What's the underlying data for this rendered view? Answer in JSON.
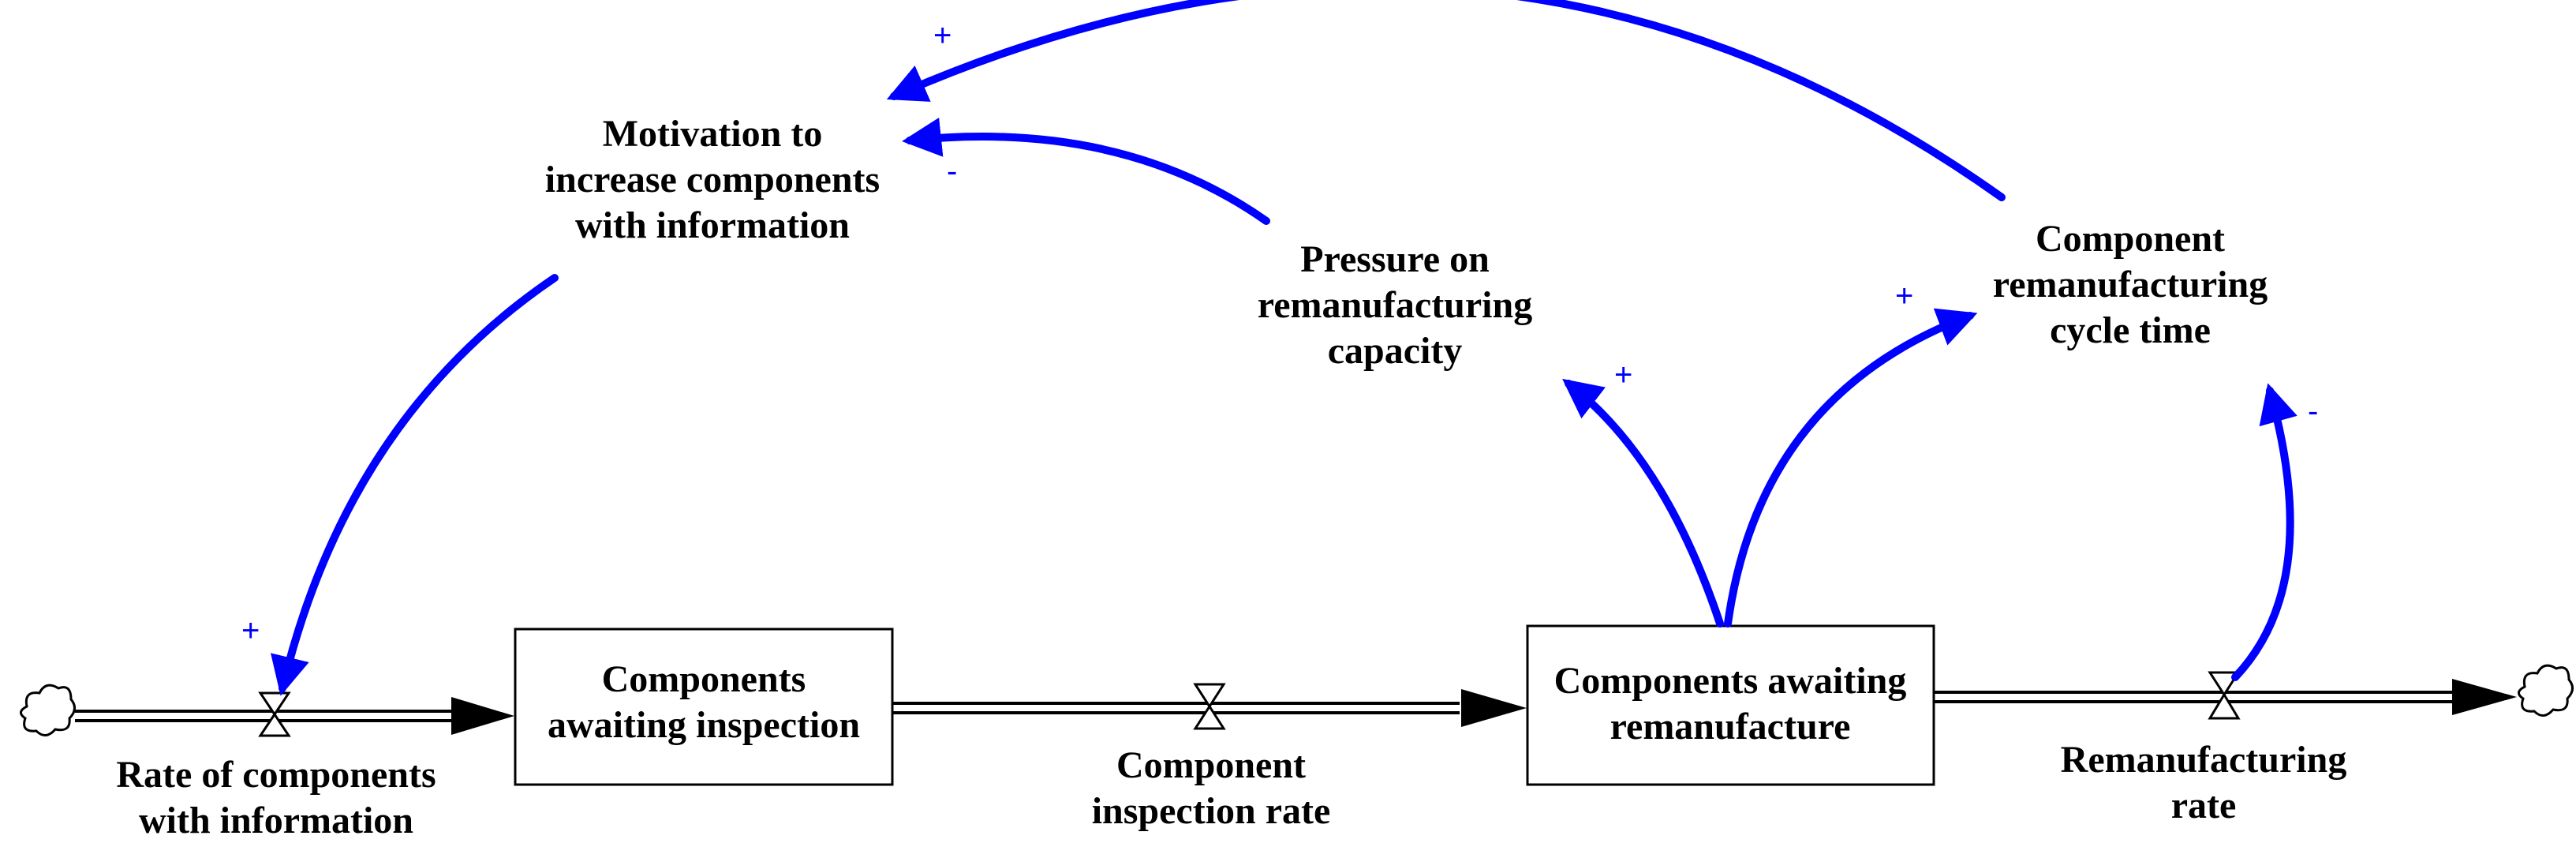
{
  "colors": {
    "link": "#0000ff",
    "stock_border": "#000000",
    "flow_pipe": "#000000"
  },
  "stocks": [
    {
      "id": "inspection",
      "lines": [
        "Components",
        "awaiting inspection"
      ]
    },
    {
      "id": "remanufacture",
      "lines": [
        "Components awaiting",
        "remanufacture"
      ]
    }
  ],
  "flows": [
    {
      "id": "rate-info",
      "lines": [
        "Rate of components",
        "with information"
      ]
    },
    {
      "id": "inspection-rate",
      "lines": [
        "Component",
        "inspection rate"
      ]
    },
    {
      "id": "reman-rate",
      "lines": [
        "Remanufacturing",
        "rate"
      ]
    }
  ],
  "variables": [
    {
      "id": "motivation",
      "lines": [
        "Motivation to",
        "increase components",
        "with information"
      ]
    },
    {
      "id": "pressure",
      "lines": [
        "Pressure on",
        "remanufacturing",
        "capacity"
      ]
    },
    {
      "id": "cycle-time",
      "lines": [
        "Component",
        "remanufacturing",
        "cycle time"
      ]
    }
  ],
  "links": [
    {
      "id": "motivation-to-rate",
      "from": "Motivation to increase components with information",
      "to": "Rate of components with information",
      "polarity": "+"
    },
    {
      "id": "cycle-to-motivation",
      "from": "Component remanufacturing cycle time",
      "to": "Motivation to increase components with information",
      "polarity": "+"
    },
    {
      "id": "pressure-to-motivation",
      "from": "Pressure on remanufacturing capacity",
      "to": "Motivation to increase components with information",
      "polarity": "-"
    },
    {
      "id": "stock-to-pressure",
      "from": "Components awaiting remanufacture",
      "to": "Pressure on remanufacturing capacity",
      "polarity": "+"
    },
    {
      "id": "stock-to-cycle",
      "from": "Components awaiting remanufacture",
      "to": "Component remanufacturing cycle time",
      "polarity": "+"
    },
    {
      "id": "rate-to-cycle",
      "from": "Remanufacturing rate",
      "to": "Component remanufacturing cycle time",
      "polarity": "-"
    }
  ]
}
